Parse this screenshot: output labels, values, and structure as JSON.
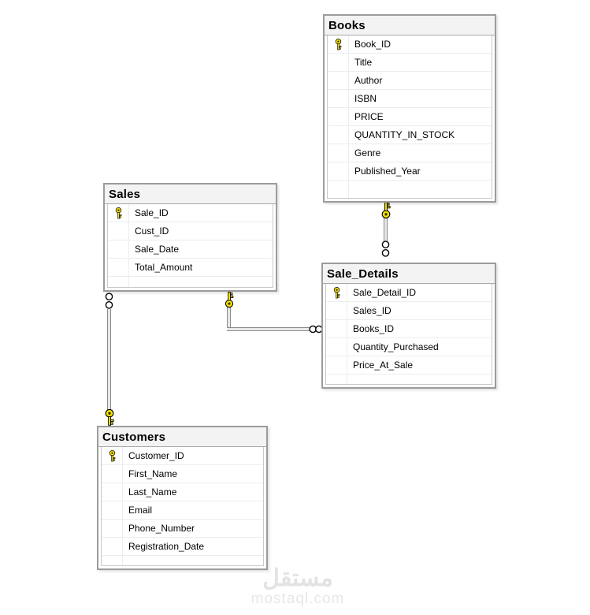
{
  "tables": [
    {
      "name": "Books",
      "fields": [
        {
          "name": "Book_ID",
          "is_key": true
        },
        {
          "name": "Title",
          "is_key": false
        },
        {
          "name": "Author",
          "is_key": false
        },
        {
          "name": "ISBN",
          "is_key": false
        },
        {
          "name": "PRICE",
          "is_key": false
        },
        {
          "name": "QUANTITY_IN_STOCK",
          "is_key": false
        },
        {
          "name": "Genre",
          "is_key": false
        },
        {
          "name": "Published_Year",
          "is_key": false
        }
      ]
    },
    {
      "name": "Sales",
      "fields": [
        {
          "name": "Sale_ID",
          "is_key": true
        },
        {
          "name": "Cust_ID",
          "is_key": false
        },
        {
          "name": "Sale_Date",
          "is_key": false
        },
        {
          "name": "Total_Amount",
          "is_key": false
        }
      ]
    },
    {
      "name": "Sale_Details",
      "fields": [
        {
          "name": "Sale_Detail_ID",
          "is_key": true
        },
        {
          "name": "Sales_ID",
          "is_key": false
        },
        {
          "name": "Books_ID",
          "is_key": false
        },
        {
          "name": "Quantity_Purchased",
          "is_key": false
        },
        {
          "name": "Price_At_Sale",
          "is_key": false
        }
      ]
    },
    {
      "name": "Customers",
      "fields": [
        {
          "name": "Customer_ID",
          "is_key": true
        },
        {
          "name": "First_Name",
          "is_key": false
        },
        {
          "name": "Last_Name",
          "is_key": false
        },
        {
          "name": "Email",
          "is_key": false
        },
        {
          "name": "Phone_Number",
          "is_key": false
        },
        {
          "name": "Registration_Date",
          "is_key": false
        }
      ]
    }
  ],
  "relationships": [
    {
      "one_side": "Books",
      "many_side": "Sale_Details"
    },
    {
      "one_side": "Sales",
      "many_side": "Sale_Details"
    },
    {
      "one_side": "Customers",
      "many_side": "Sales"
    }
  ],
  "icons": {
    "primary_key": "key-icon",
    "one_cardinality": "key-icon",
    "many_cardinality": "infinity-icon"
  },
  "watermark": {
    "title": "مستقل",
    "domain": "mostaql.com"
  }
}
